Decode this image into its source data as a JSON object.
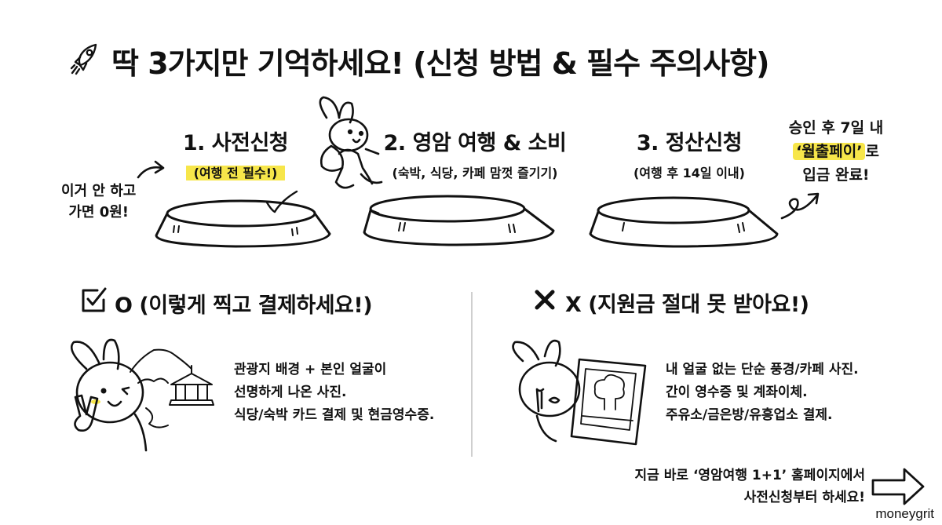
{
  "title": {
    "icon": "rocket-icon",
    "text": "딱 3가지만 기억하세요! (신청 방법 & 필수 주의사항)"
  },
  "steps": [
    {
      "number": "1",
      "label": "1. 사전신청",
      "sub": "(여행 전 필수!)",
      "sub_highlighted": true
    },
    {
      "number": "2",
      "label": "2. 영암 여행 & 소비",
      "sub": "(숙박, 식당, 카페 맘껏 즐기기)",
      "sub_highlighted": false
    },
    {
      "number": "3",
      "label": "3. 정산신청",
      "sub": "(여행 후 14일 이내)",
      "sub_highlighted": false
    }
  ],
  "warning_note": {
    "line1": "이거 안 하고",
    "line2": "가면 0원!"
  },
  "result_note": {
    "line1": "승인 후 7일 내",
    "line2_highlight": "‘월출페이’",
    "line2_rest": "로",
    "line3": "입금 완료!"
  },
  "do_section": {
    "icon": "checkbox-checked-icon",
    "heading": "O (이렇게 찍고 결제하세요!)",
    "lines": [
      "관광지 배경 + 본인 얼굴이",
      "선명하게 나온 사진.",
      "식당/숙박 카드 결제 및 현금영수증."
    ]
  },
  "dont_section": {
    "icon": "cross-icon",
    "heading": "X (지원금 절대 못 받아요!)",
    "lines": [
      "내 얼굴 없는 단순 풍경/카페 사진.",
      "간이 영수증 및 계좌이체.",
      "주유소/금은방/유흥업소 결제."
    ]
  },
  "cta": {
    "line1": "지금 바로 ‘영암여행 1+1’ 홈페이지에서",
    "line2": "사전신청부터 하세요!",
    "icon": "arrow-right-outline-icon"
  },
  "brand": "moneygrit",
  "colors": {
    "highlight": "#f7e64a",
    "ink": "#111111",
    "background": "#ffffff"
  }
}
